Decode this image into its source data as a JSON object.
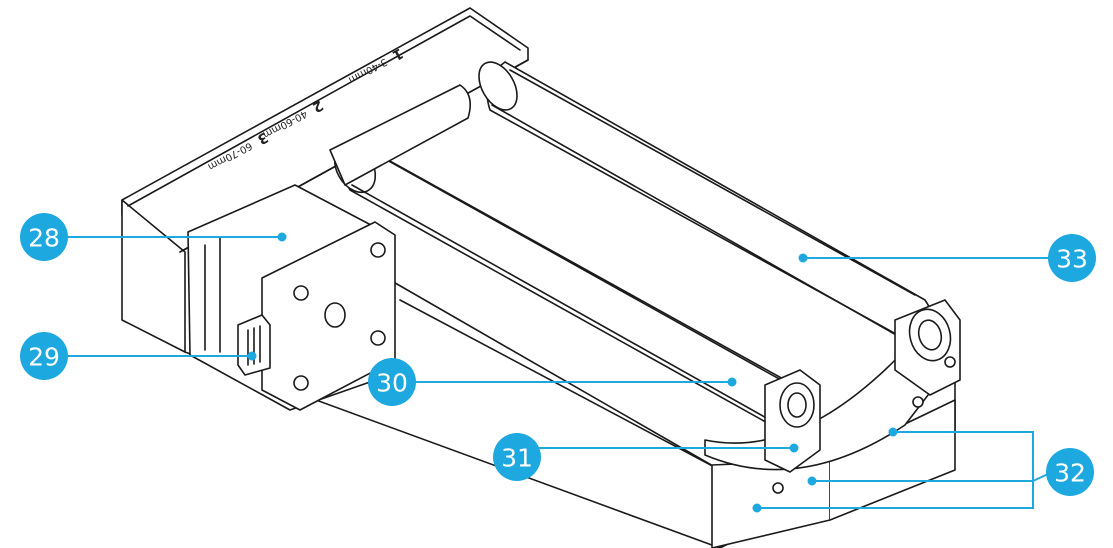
{
  "callouts": [
    {
      "id": "28",
      "label": "28",
      "part": "stepper-motor"
    },
    {
      "id": "29",
      "label": "29",
      "part": "motor-connector"
    },
    {
      "id": "30",
      "label": "30",
      "part": "front-roller"
    },
    {
      "id": "31",
      "label": "31",
      "part": "roller-bracket"
    },
    {
      "id": "32",
      "label": "32",
      "part": "base-frame"
    },
    {
      "id": "33",
      "label": "33",
      "part": "rear-roller"
    }
  ],
  "scale_marks": [
    {
      "num": "1",
      "range": "3-40mm"
    },
    {
      "num": "2",
      "range": "40-60mm"
    },
    {
      "num": "3",
      "range": "60-70mm"
    }
  ],
  "colors": {
    "callout_fill": "#1ea8e0",
    "leader_line": "#1ea8e0",
    "line_art": "#1a1a1a"
  }
}
